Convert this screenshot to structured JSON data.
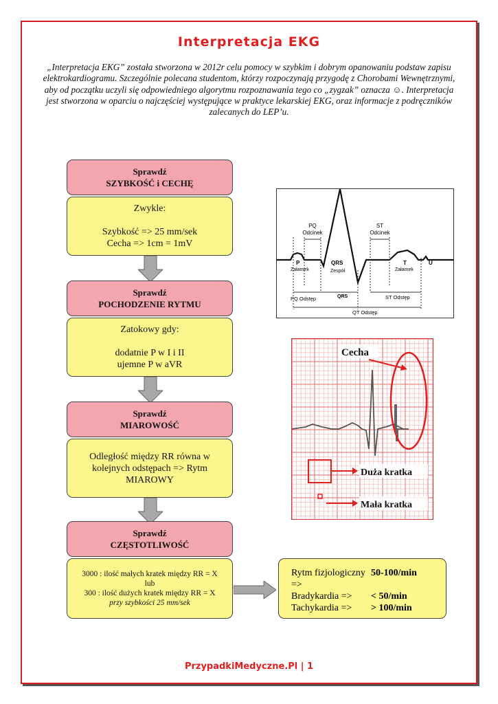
{
  "title": "Interpretacja EKG",
  "intro": "„Interpretacja EKG” została stworzona w 2012r celu pomocy w szybkim i dobrym opanowaniu podstaw zapisu elektrokardiogramu. Szczególnie polecana studentom, którzy rozpoczynają przygodę z Chorobami Wewnętrznymi, aby od początku uczyli się odpowiedniego algorytmu rozpoznawania tego co „zygzak” oznacza ☺. Interpretacja jest stworzona w oparciu o najczęściej występujące w praktyce lekarskiej EKG, oraz informacje z podręczników zalecanych do LEP’u.",
  "steps": [
    {
      "head1": "Sprawdź",
      "head2": "SZYBKOŚĆ i CECHĘ",
      "body": [
        "Zwykle:",
        "",
        "Szybkość => 25 mm/sek",
        "Cecha => 1cm = 1mV"
      ]
    },
    {
      "head1": "Sprawdź",
      "head2": "POCHODZENIE RYTMU",
      "body": [
        "Zatokowy gdy:",
        "",
        "dodatnie P w I i II",
        "ujemne P w aVR"
      ]
    },
    {
      "head1": "Sprawdź",
      "head2": "MIAROWOŚĆ",
      "body": [
        "Odległość między RR równa w",
        "kolejnych odstępach => Rytm",
        "MIAROWY"
      ]
    },
    {
      "head1": "Sprawdź",
      "head2": "CZĘSTOTLIWOŚĆ",
      "body": [
        "3000 : ilość małych kratek między RR = X",
        "lub",
        "300 : ilość dużych kratek między RR = X",
        "przy szybkości 25 mm/sek"
      ]
    }
  ],
  "result": [
    {
      "label": "Rytm fizjologiczny =>",
      "value": "50-100/min"
    },
    {
      "label": "Bradykardia =>",
      "value": "< 50/min"
    },
    {
      "label": "Tachykardia =>",
      "value": "> 100/min"
    }
  ],
  "ekg_labels": {
    "pq_segment": "PQ",
    "pq_segment2": "Odcinek",
    "st_segment": "ST",
    "st_segment2": "Odcinek",
    "p": "P",
    "p_sub": "Załamek",
    "qrs": "QRS",
    "qrs_sub": "Zespół",
    "t": "T",
    "t_sub": "Załamek",
    "u": "U",
    "pq_interval": "PQ Odstęp",
    "qrs_bar": "QRS",
    "st_interval": "ST Odstęp",
    "qt_interval": "QT Odstęp"
  },
  "grid_labels": {
    "cecha": "Cecha",
    "duza": "Duża kratka",
    "mala": "Mała kratka"
  },
  "footer": "PrzypadkiMedyczne.Pl | 1",
  "colors": {
    "accent": "#e02020",
    "pink": "#f4a6ae",
    "yellow": "#fcf78c"
  }
}
